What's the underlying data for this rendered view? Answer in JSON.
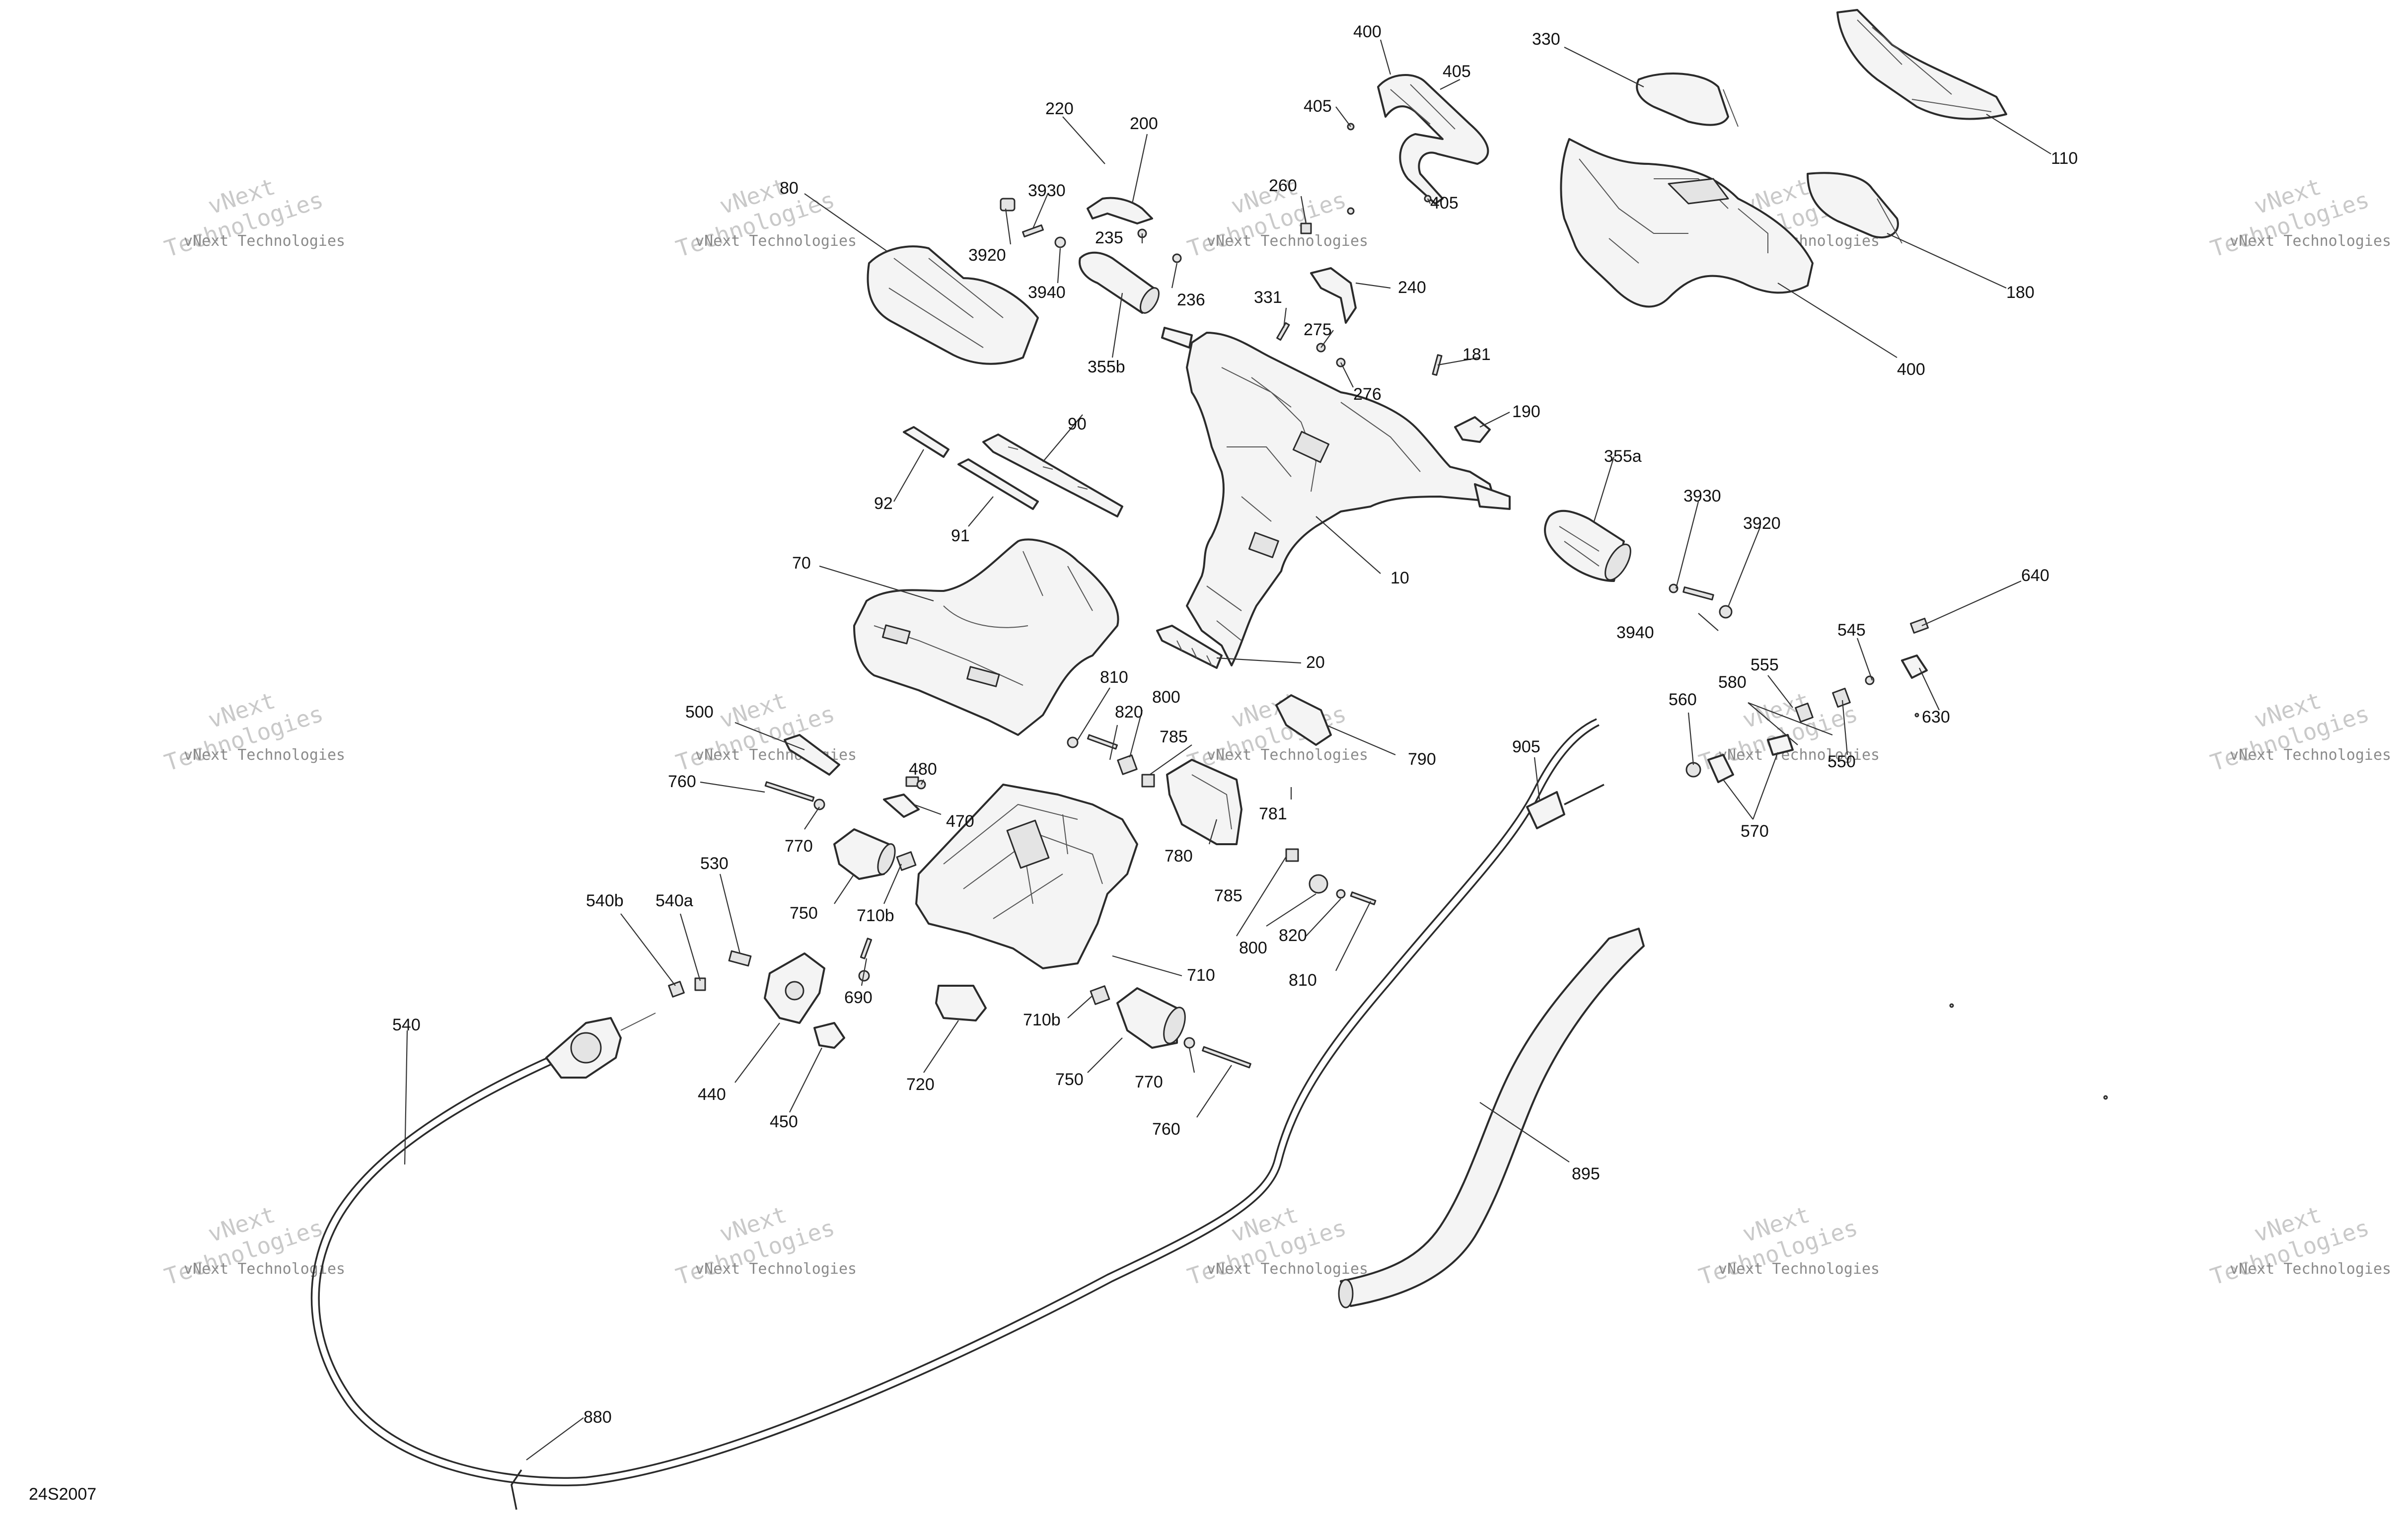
{
  "diagram_code": "24S2007",
  "watermark": {
    "line1": "vNext Technologies",
    "line2": "Technologies",
    "faint": "vNext"
  },
  "labels": {
    "p400a": "400",
    "p405a": "405",
    "p405b": "405",
    "p405c": "405",
    "p330": "330",
    "p110": "110",
    "p180": "180",
    "p400b": "400",
    "p220": "220",
    "p200": "200",
    "p80": "80",
    "p3930a": "3930",
    "p3920a": "3920",
    "p3940a": "3940",
    "p235": "235",
    "p236": "236",
    "p355b": "355b",
    "p260": "260",
    "p240": "240",
    "p331": "331",
    "p275": "275",
    "p276": "276",
    "p181": "181",
    "p190": "190",
    "p355a": "355a",
    "p3930b": "3930",
    "p3920b": "3920",
    "p3940b": "3940",
    "p10": "10",
    "p90": "90",
    "p92": "92",
    "p91": "91",
    "p70": "70",
    "p20": "20",
    "p640": "640",
    "p545": "545",
    "p630": "630",
    "p555": "555",
    "p580": "580",
    "p560": "560",
    "p550": "550",
    "p570": "570",
    "p905": "905",
    "p810a": "810",
    "p800a": "800",
    "p820a": "820",
    "p785a": "785",
    "p790": "790",
    "p781": "781",
    "p780": "780",
    "p500": "500",
    "p480": "480",
    "p470": "470",
    "p760a": "760",
    "p770a": "770",
    "p750a": "750",
    "p710ba": "710b",
    "p530": "530",
    "p540b": "540b",
    "p540a": "540a",
    "p690": "690",
    "p710": "710",
    "p785b": "785",
    "p800b": "800",
    "p820b": "820",
    "p810b": "810",
    "p440": "440",
    "p450": "450",
    "p720": "720",
    "p710bb": "710b",
    "p750b": "750",
    "p770b": "770",
    "p760b": "760",
    "p540": "540",
    "p895": "895",
    "p880": "880"
  }
}
